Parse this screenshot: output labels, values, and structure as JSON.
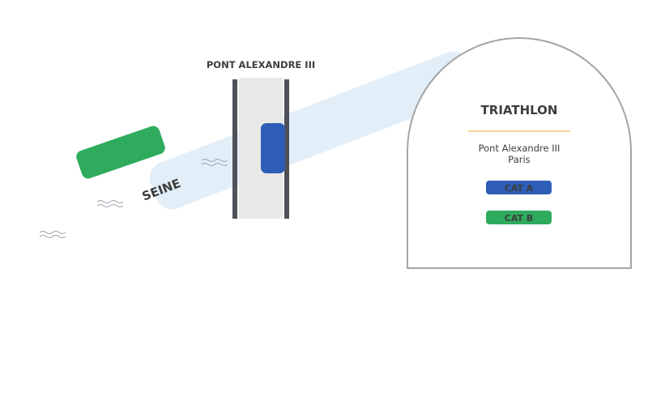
{
  "map": {
    "bridge_label": "PONT ALEXANDRE III",
    "river_label": "SEINE",
    "colors": {
      "river": "#e2eef8",
      "wave": "#9aa3ab",
      "bridge_deck": "#e8e8e6",
      "bridge_rail": "#4e5157",
      "cat_a": "#2e5db5",
      "cat_b": "#2fab5e",
      "text": "#3d3d3d"
    }
  },
  "legend": {
    "title": "TRIATHLON",
    "venue_line1": "Pont Alexandre III",
    "venue_line2": "Paris",
    "categories": [
      {
        "label": "CAT A",
        "color": "#2e5db5"
      },
      {
        "label": "CAT B",
        "color": "#2fab5e"
      }
    ],
    "colors": {
      "border": "#a5a5a5",
      "divider": "#f2c772",
      "text": "#3d3d3d"
    }
  }
}
